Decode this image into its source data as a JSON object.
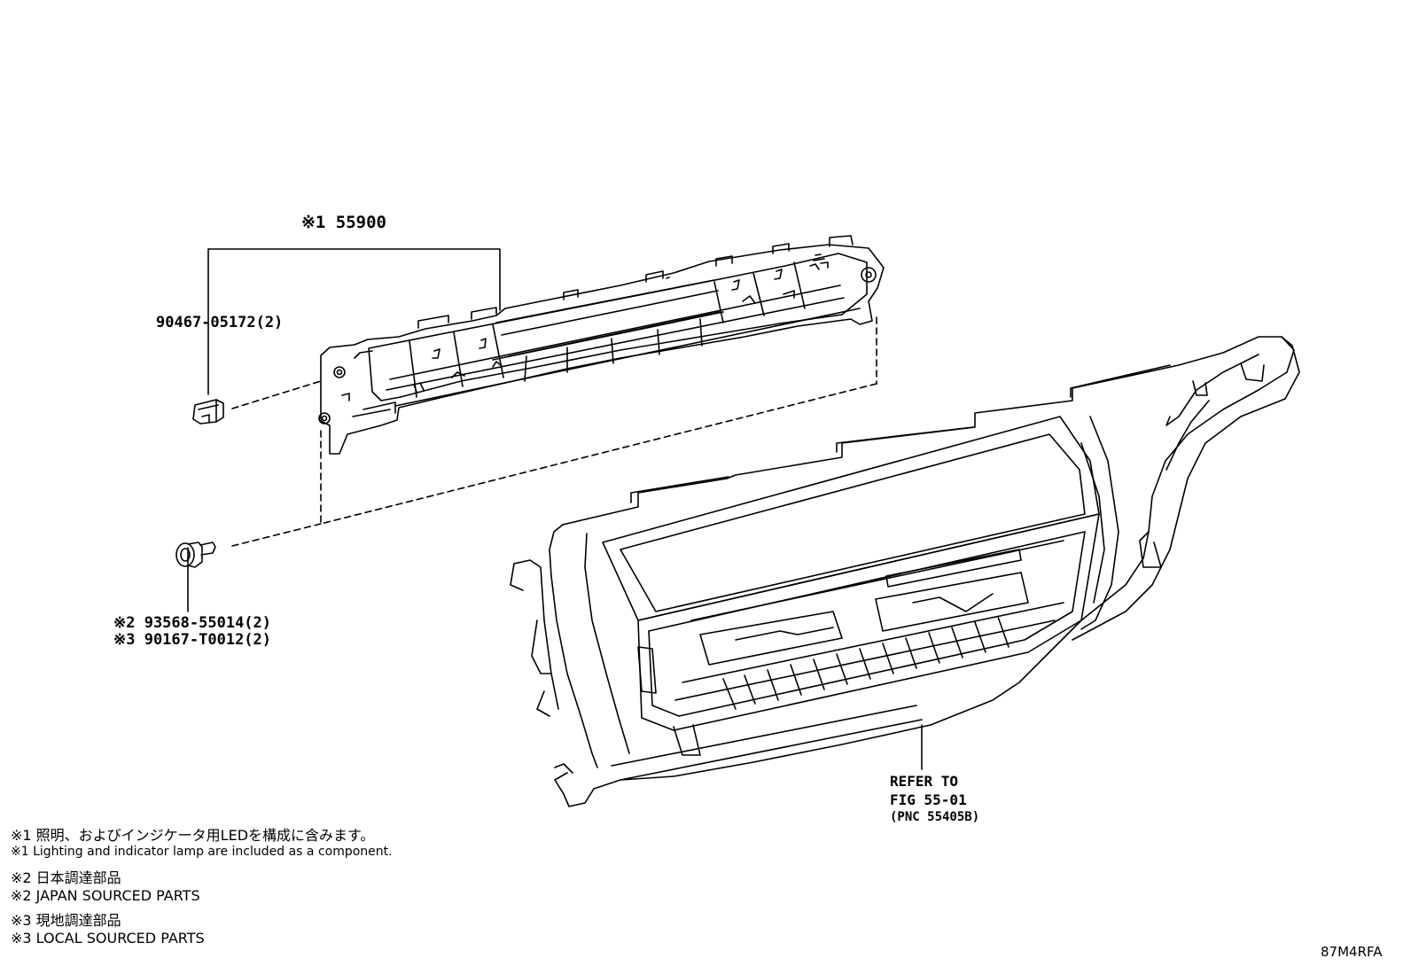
{
  "callouts": {
    "switch_part": "※1 55900",
    "nut_part": "90467-05172(2)",
    "bolt_part_a": "※2 93568-55014(2)",
    "bolt_part_b": "※3 90167-T0012(2)"
  },
  "reference": {
    "line1": "REFER TO",
    "line2": "FIG 55-01",
    "line3": "(PNC 55405B)"
  },
  "notes": [
    "※1 照明、およびインジケータ用LEDを構成に含みます。",
    "※1 Lighting and indicator lamp are included as a component.",
    "※2  日本調達部品",
    "※2  JAPAN SOURCED PARTS",
    "※3  現地調達部品",
    "※3  LOCAL SOURCED PARTS"
  ],
  "figure_code": "87M4RFA"
}
